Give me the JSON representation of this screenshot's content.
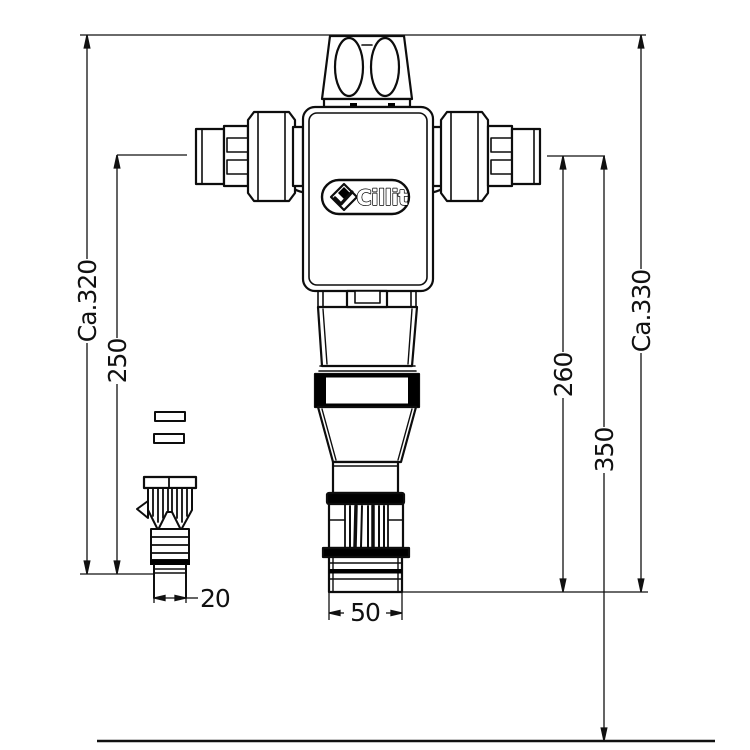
{
  "drawing": {
    "brand_label": "Cillit",
    "dimensions": {
      "left_outer": "Ca.320",
      "left_inner": "250",
      "right_inner": "260",
      "right_floor": "350",
      "right_outer": "Ca.330",
      "drain_width": "20",
      "bottom_width": "50"
    },
    "colors": {
      "line": "#000000",
      "background": "#ffffff",
      "accent_fill": "#000000"
    }
  }
}
